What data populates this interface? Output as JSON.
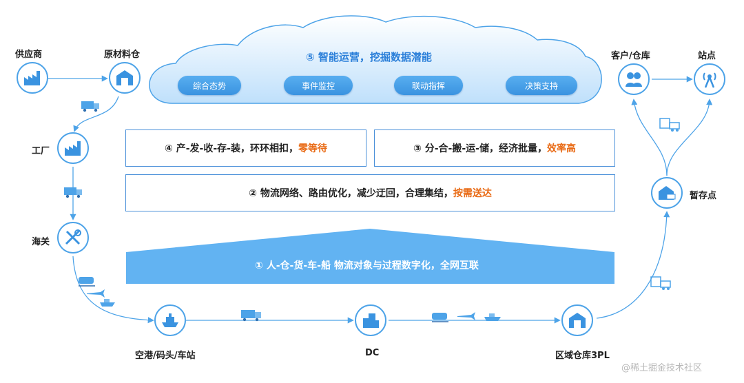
{
  "cloud": {
    "title": "⑤ 智能运营，挖掘数据潜能",
    "pills": [
      "综合态势",
      "事件监控",
      "联动指挥",
      "决策支持"
    ]
  },
  "boxes": {
    "b4": {
      "text": "④ 产-发-收-存-装，环环相扣，",
      "highlight": "零等待"
    },
    "b3": {
      "text": "③ 分-合-搬-运-储，经济批量，",
      "highlight": "效率高"
    },
    "b2": {
      "text": "② 物流网络、路由优化，减少迂回，合理集结，",
      "highlight": "按需送达"
    }
  },
  "base": {
    "text": "① 人-仓-货-车-船 物流对象与过程数字化，全网互联"
  },
  "nodes": {
    "supplier": "供应商",
    "raw_warehouse": "原材料仓",
    "factory": "工厂",
    "customs": "海关",
    "port": "空港/码头/车站",
    "dc": "DC",
    "regional": "区域仓库3PL",
    "temp": "暂存点",
    "customer": "客户/仓库",
    "station": "站点"
  },
  "icons": {
    "supplier": "factory-icon",
    "raw_warehouse": "warehouse-icon",
    "factory": "factory-icon",
    "customs": "tools-icon",
    "port": "ship-icon",
    "dc": "building-icon",
    "regional": "warehouse-icon",
    "temp": "house-truck-icon",
    "customer": "people-icon",
    "station": "antenna-icon"
  },
  "colors": {
    "accent": "#4da3e8",
    "highlight": "#e96b16",
    "base_fill": "#62b3f2",
    "box_border": "#4a90d9"
  },
  "watermark": "@稀土掘金技术社区"
}
